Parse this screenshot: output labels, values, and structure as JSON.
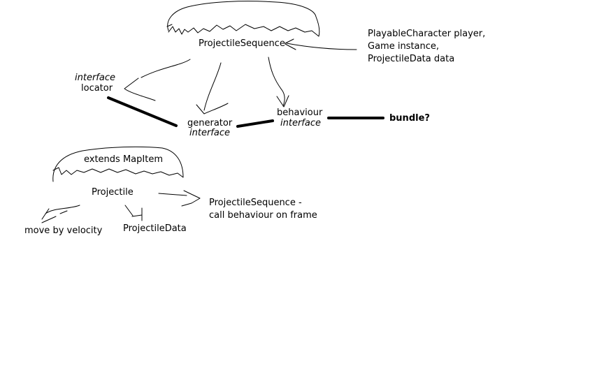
{
  "top_node": {
    "title": "ProjectileSequence"
  },
  "inputs": {
    "line1": "PlayableCharacter player,",
    "line2": "Game instance,",
    "line3": "ProjectileData data"
  },
  "locator": {
    "italic": "interface",
    "label": "locator"
  },
  "generator": {
    "label": "generator",
    "italic": "interface"
  },
  "behaviour": {
    "label": "behaviour",
    "italic": "interface"
  },
  "bundle": {
    "label": "bundle?"
  },
  "projectile_node": {
    "extends": "extends MapItem",
    "title": "Projectile"
  },
  "projectile_children": {
    "move": "move by velocity",
    "data": "ProjectileData",
    "sequence_line1": "ProjectileSequence -",
    "sequence_line2": "call behaviour on frame"
  }
}
